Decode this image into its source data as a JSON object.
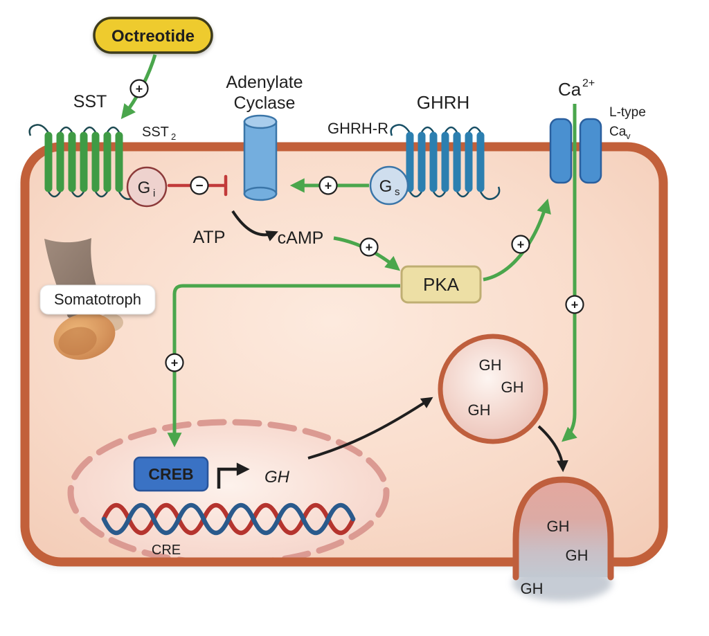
{
  "labels": {
    "octreotide": "Octreotide",
    "sst": "SST",
    "sst2_base": "SST",
    "sst2_sub": "2",
    "gi_base": "G",
    "gi_sub": "i",
    "gs_base": "G",
    "gs_sub": "s",
    "adenylate1": "Adenylate",
    "adenylate2": "Cyclase",
    "ghrh_r": "GHRH-R",
    "ghrh": "GHRH",
    "atp": "ATP",
    "camp": "cAMP",
    "pka": "PKA",
    "ca_base": "Ca",
    "ca_sup": "2+",
    "l_type": "L-type",
    "cav_base": "Ca",
    "cav_sub": "v",
    "somatotroph": "Somatotroph",
    "creb": "CREB",
    "cre": "CRE",
    "gh_gene": "GH",
    "plus": "+",
    "minus": "−"
  },
  "vesicle": {
    "contents": [
      "GH",
      "GH",
      "GH"
    ]
  },
  "secreted": [
    "GH",
    "GH",
    "GH"
  ],
  "colors": {
    "membrane": "#c2603a",
    "cytoplasm": "#f8dccb",
    "activation_green": "#4aa64c",
    "inhibition_red": "#c23a3a",
    "octreotide_fill": "#eecb2d",
    "sst_receptor": "#3f9b45",
    "ghrh_receptor": "#2c7fb0",
    "ca_channel": "#4a90d0",
    "adenylate_cyclase": "#74aede",
    "gi_fill": "#eed2ce",
    "gs_fill": "#cfdeee",
    "pka_fill": "#eddfa5",
    "creb_fill": "#3a72c4",
    "nucleus_envelope": "#db9a92",
    "dna_red": "#b5342e",
    "dna_blue": "#2a5a8c"
  }
}
